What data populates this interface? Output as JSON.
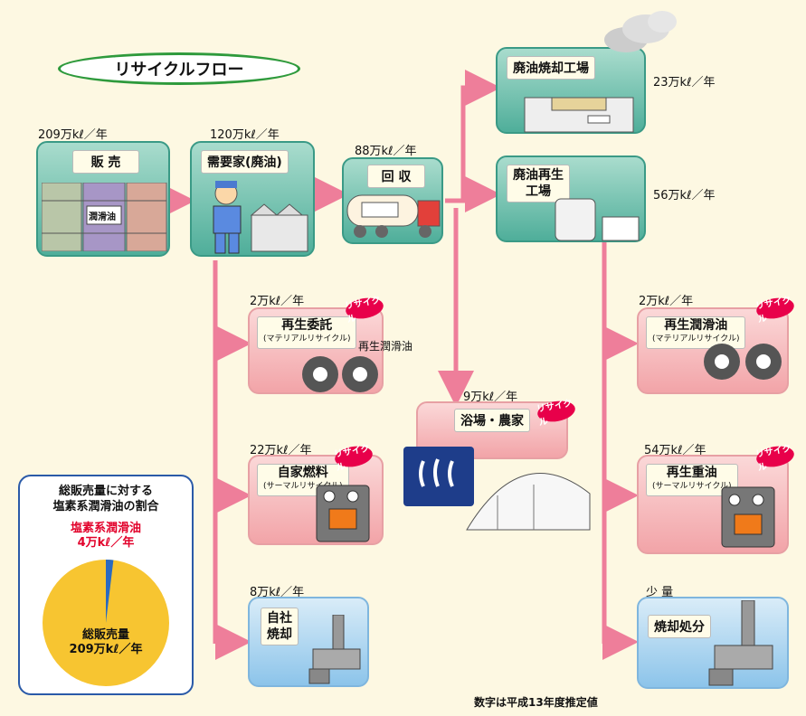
{
  "title": "リサイクルフロー",
  "nodes": {
    "hanbai": {
      "label": "販 売",
      "amount": "209万kℓ／年",
      "drum_label": "潤滑油"
    },
    "juyouka": {
      "label": "需要家(廃油)",
      "amount": "120万kℓ／年"
    },
    "kaishu": {
      "label": "回 収",
      "amount": "88万kℓ／年"
    },
    "shoukyaku_koujou": {
      "label": "廃油焼却工場",
      "amount": "23万kℓ／年"
    },
    "saisei_koujou": {
      "label_line1": "廃油再生",
      "label_line2": "工場",
      "amount": "56万kℓ／年"
    },
    "saisei_itaku": {
      "label": "再生委託",
      "sub": "(マテリアルリサイクル)",
      "amount": "2万kℓ／年",
      "note": "再生潤滑油",
      "badge": "リサイクル"
    },
    "jika_nenryou": {
      "label": "自家燃料",
      "sub": "(サーマルリサイクル)",
      "amount": "22万kℓ／年",
      "badge": "リサイクル"
    },
    "jisha_shoukyaku": {
      "label_line1": "自社",
      "label_line2": "焼却",
      "amount": "8万kℓ／年"
    },
    "yokujou": {
      "label": "浴場・農家",
      "amount": "9万kℓ／年",
      "badge": "リサイクル"
    },
    "saisei_junkatsu": {
      "label": "再生潤滑油",
      "sub": "(マテリアルリサイクル)",
      "amount": "2万kℓ／年",
      "badge": "リサイクル"
    },
    "saisei_juyu": {
      "label": "再生重油",
      "sub": "(サーマルリサイクル)",
      "amount": "54万kℓ／年",
      "badge": "リサイクル"
    },
    "shoukyaku_shobun": {
      "label": "焼却処分",
      "amount": "少 量"
    }
  },
  "pie": {
    "title_line1": "総販売量に対する",
    "title_line2": "塩素系潤滑油の割合",
    "small_label_line1": "塩素系潤滑油",
    "small_label_line2": "4万kℓ／年",
    "total_label_line1": "総販売量",
    "total_label_line2": "209万kℓ／年",
    "small_value": 4,
    "total_value": 209,
    "colors": {
      "total": "#f7c531",
      "small": "#2a6ac0"
    }
  },
  "footnote": "数字は平成13年度推定値"
}
